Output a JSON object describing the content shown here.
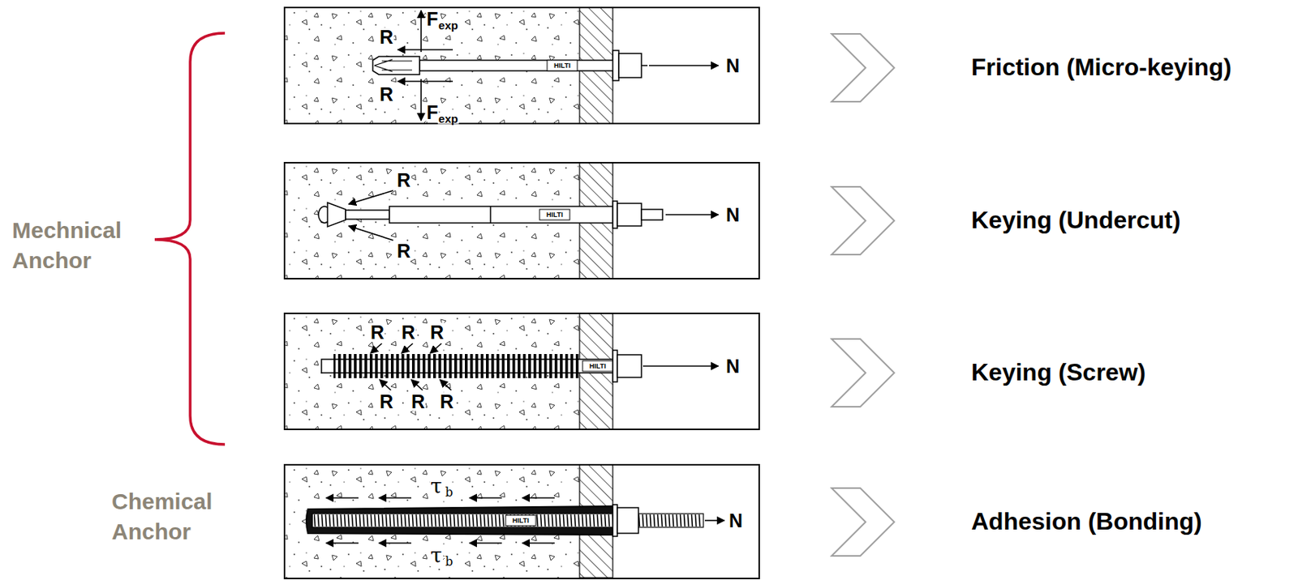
{
  "diagram": {
    "nodes": [
      {
        "text": [
          "F",
          "exp",
          "R",
          "R",
          "F",
          "exp",
          "HILTI",
          "N"
        ]
      },
      {
        "text": [
          "R",
          "R",
          "HILTI",
          "N"
        ]
      },
      {
        "text": [
          "R",
          "R",
          "R",
          "R",
          "R",
          "R",
          "HILTI",
          "N"
        ]
      },
      {
        "text": [
          "τ",
          "b",
          "τ",
          "b",
          "HILTI",
          "N"
        ]
      }
    ],
    "labels": [
      "Mechnical Anchor",
      "Chemical Anchor",
      "Friction (Micro-keying)",
      "Keying (Undercut)",
      "Keying (Screw)",
      "Adhesion (Bonding)"
    ]
  }
}
